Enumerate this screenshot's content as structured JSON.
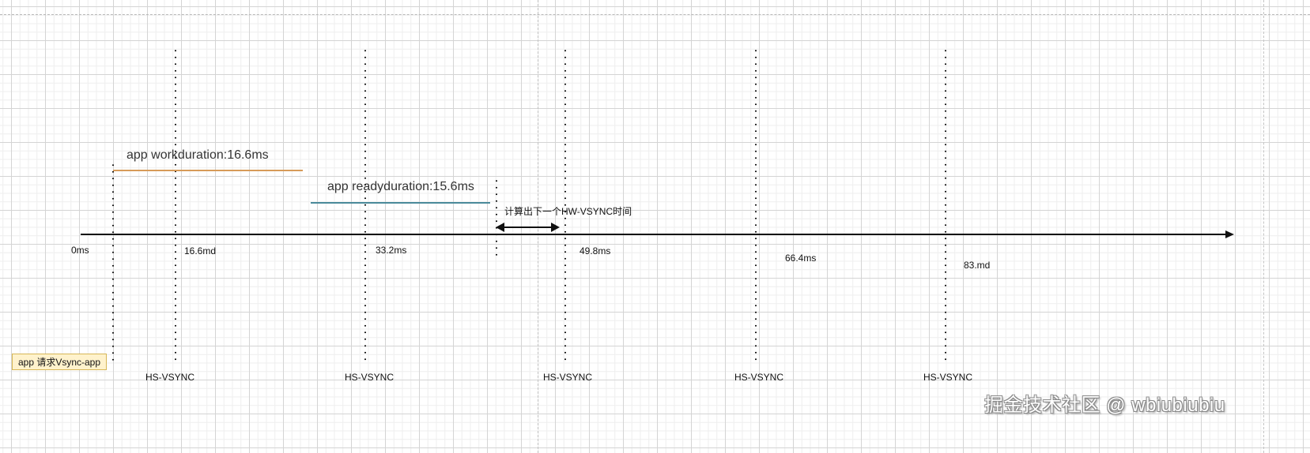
{
  "diagram": {
    "title_hint": "App VSYNC timing diagram",
    "colors": {
      "work_line": "#d79b59",
      "ready_line": "#4a8a9a",
      "axis": "#111111",
      "request_box_fill": "#fff2cc",
      "request_box_border": "#d6b656"
    },
    "durations": {
      "work": {
        "label": "app workduration:16.6ms"
      },
      "ready": {
        "label": "app readyduration:15.6ms"
      }
    },
    "compute_note": {
      "label": "计算出下一个HW-VSYNC时间"
    },
    "axis_ticks": [
      {
        "label": "0ms"
      },
      {
        "label": "16.6md"
      },
      {
        "label": "33.2ms"
      },
      {
        "label": "49.8ms"
      },
      {
        "label": "66.4ms"
      },
      {
        "label": "83.md"
      }
    ],
    "vsync_labels": [
      {
        "label": "HS-VSYNC"
      },
      {
        "label": "HS-VSYNC"
      },
      {
        "label": "HS-VSYNC"
      },
      {
        "label": "HS-VSYNC"
      },
      {
        "label": "HS-VSYNC"
      }
    ],
    "request_box": {
      "label": "app 请求Vsync-app"
    }
  },
  "watermark": {
    "text": "掘金技术社区 @ wbiubiubiu"
  }
}
